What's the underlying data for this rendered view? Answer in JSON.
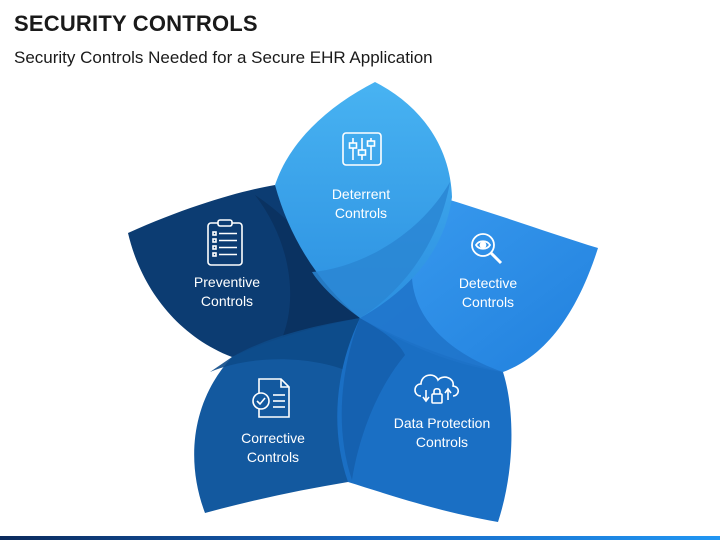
{
  "header": {
    "title": "SECURITY CONTROLS",
    "subtitle": "Security Controls Needed for a Secure EHR Application"
  },
  "petals": [
    {
      "id": "deterrent",
      "line1": "Deterrent",
      "line2": "Controls",
      "icon": "sliders-icon",
      "color": "#2e9bea"
    },
    {
      "id": "detective",
      "line1": "Detective",
      "line2": "Controls",
      "icon": "magnifier-eye-icon",
      "color": "#2f8fe6"
    },
    {
      "id": "data-protection",
      "line1": "Data Protection",
      "line2": "Controls",
      "icon": "cloud-lock-icon",
      "color": "#1a6fc4"
    },
    {
      "id": "corrective",
      "line1": "Corrective",
      "line2": "Controls",
      "icon": "document-check-icon",
      "color": "#13599f"
    },
    {
      "id": "preventive",
      "line1": "Preventive",
      "line2": "Controls",
      "icon": "clipboard-checklist-icon",
      "color": "#0c3c72"
    }
  ]
}
